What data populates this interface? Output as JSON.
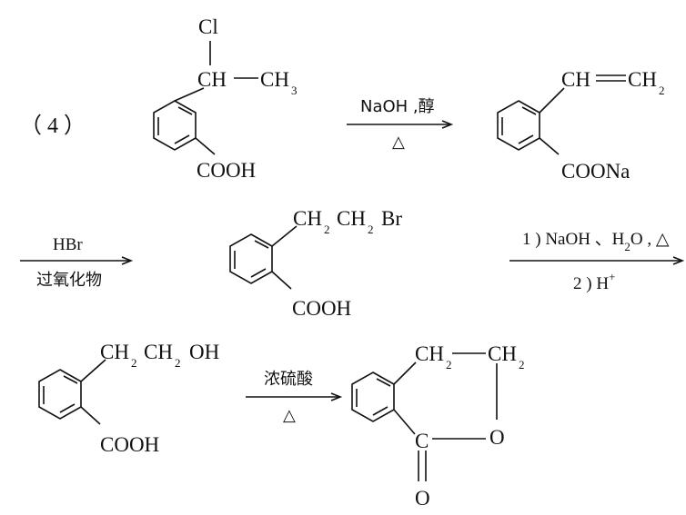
{
  "step_label": "（ 4 ）",
  "struct1": {
    "cl": "Cl",
    "ch": "CH",
    "ch3_main": "CH",
    "ch3_sub": "3",
    "cooh": "COOH"
  },
  "arrow1": {
    "top": "NaOH ,醇",
    "bottom": "△"
  },
  "struct2": {
    "ch": "CH",
    "ch2_main": "CH",
    "ch2_sub": "2",
    "coona": "COONa"
  },
  "arrow2": {
    "top": "HBr",
    "bottom": "过氧化物"
  },
  "struct3": {
    "ch2a": "CH",
    "sub_a": "2",
    "ch2b": "CH",
    "sub_b": "2",
    "br": "Br",
    "cooh": "COOH"
  },
  "arrow3": {
    "top_1": "1 ) NaOH 、H",
    "top_sub": "2",
    "top_2": "O , △",
    "bottom_1": "2 ) H",
    "bottom_sup": "+"
  },
  "struct4": {
    "ch2a": "CH",
    "sub_a": "2",
    "ch2b": "CH",
    "sub_b": "2",
    "oh": "OH",
    "cooh": "COOH"
  },
  "arrow4": {
    "top": "浓硫酸",
    "bottom": "△"
  },
  "struct5": {
    "ch2a": "CH",
    "sub_a": "2",
    "ch2b": "CH",
    "sub_b": "2",
    "c": "C",
    "o_ring": "O",
    "o_carbonyl": "O"
  }
}
